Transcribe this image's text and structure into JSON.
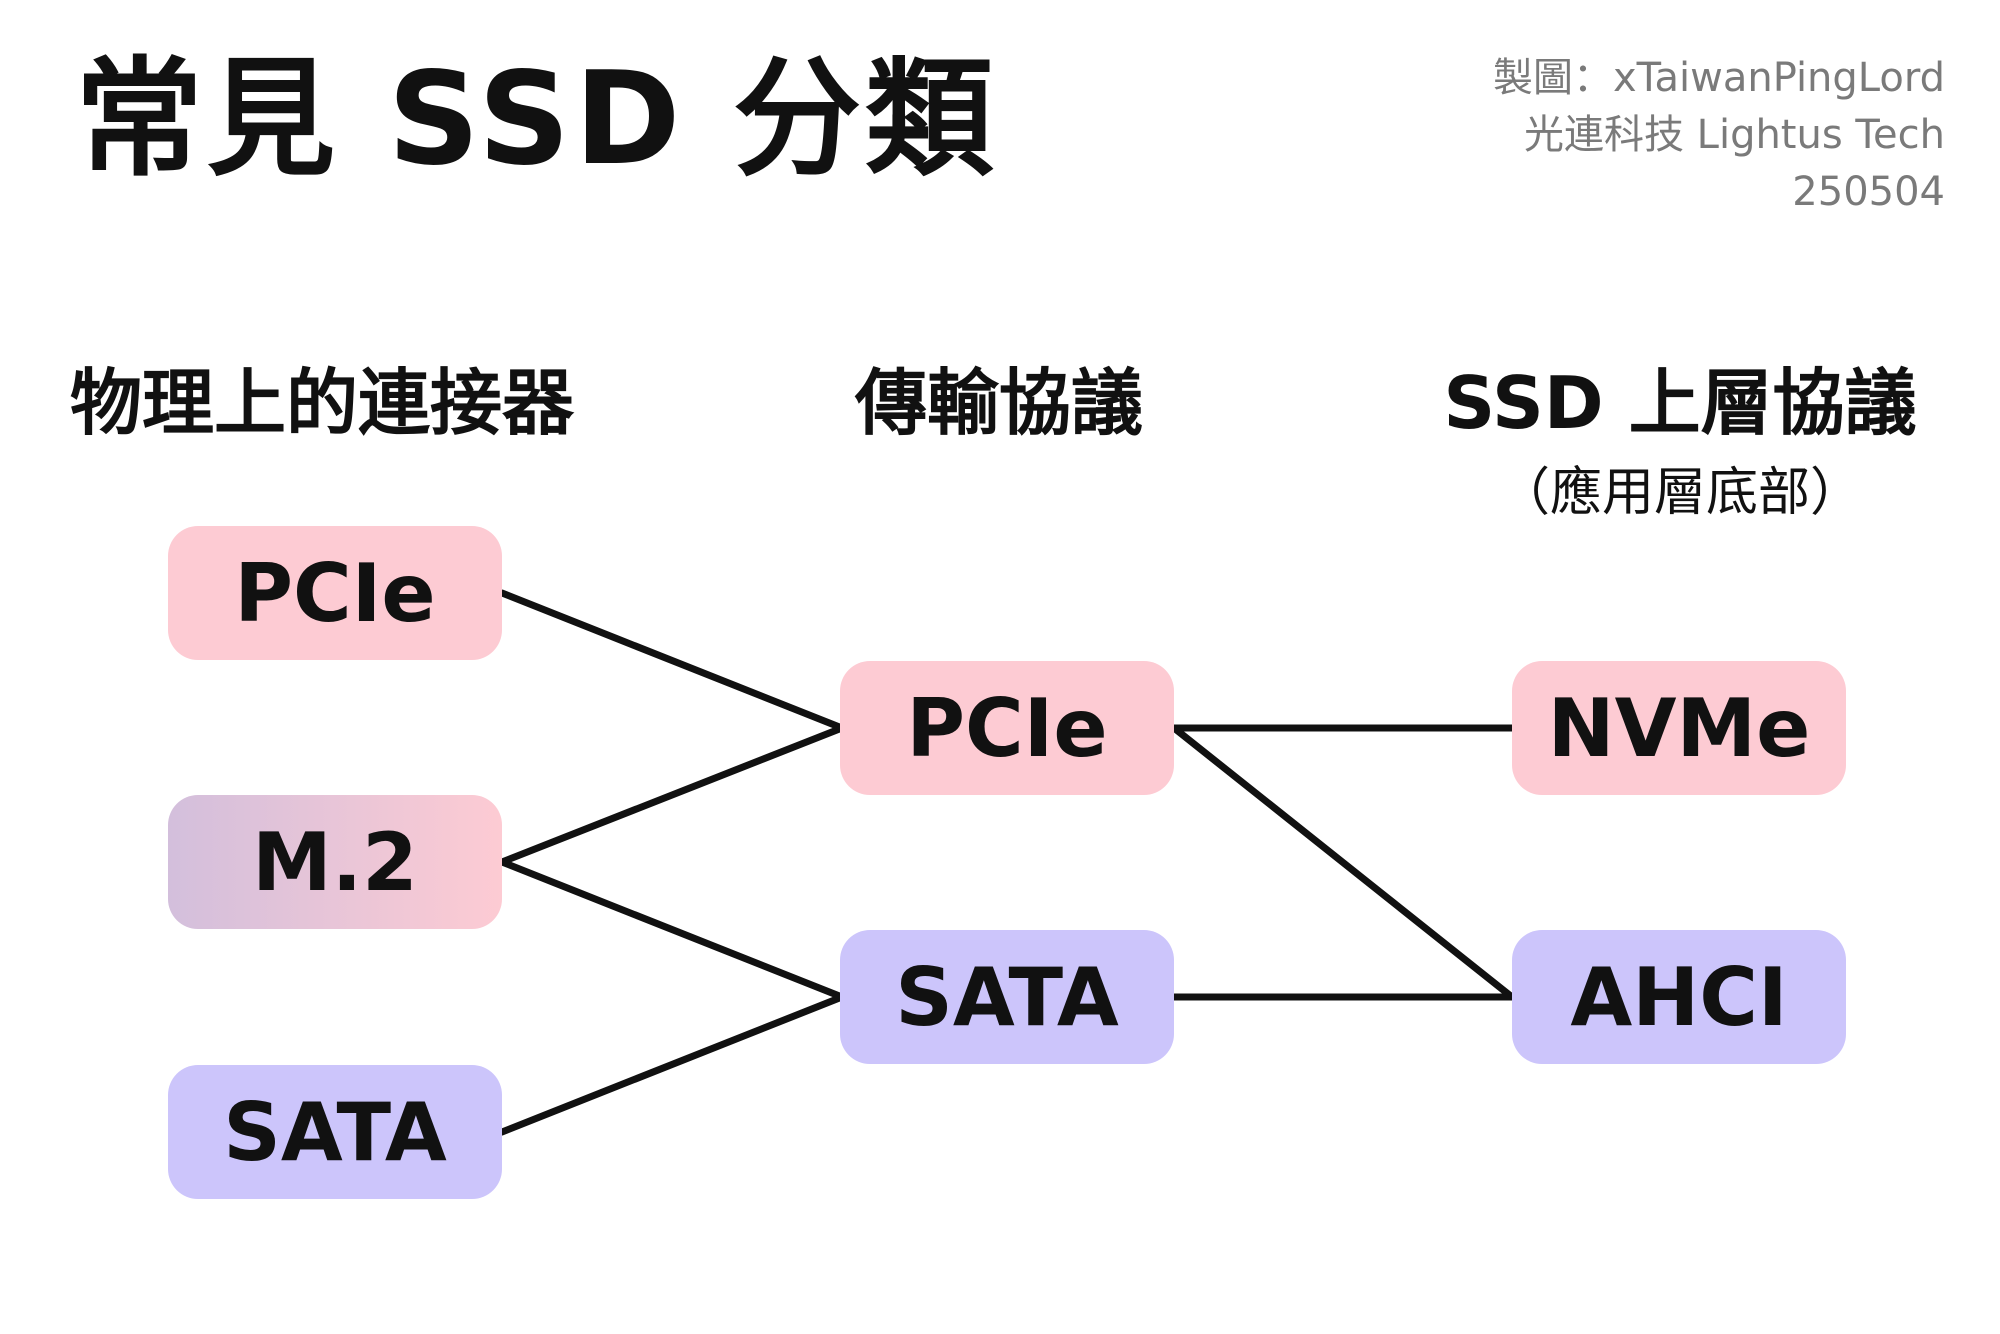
{
  "title": "常見 SSD 分類",
  "credits": {
    "line1": "製圖：xTaiwanPingLord",
    "line2": "光連科技 Lightus Tech",
    "line3": "250504"
  },
  "columns": {
    "connector": {
      "heading": "物理上的連接器"
    },
    "transport": {
      "heading": "傳輸協議"
    },
    "protocol": {
      "heading": "SSD 上層協議",
      "subheading": "（應用層底部）"
    }
  },
  "nodes": {
    "conn_pcie": "PCIe",
    "conn_m2": "M.2",
    "conn_sata": "SATA",
    "trans_pcie": "PCIe",
    "trans_sata": "SATA",
    "proto_nvme": "NVMe",
    "proto_ahci": "AHCI"
  },
  "links": [
    [
      "conn_pcie",
      "trans_pcie"
    ],
    [
      "conn_m2",
      "trans_pcie"
    ],
    [
      "conn_m2",
      "trans_sata"
    ],
    [
      "conn_sata",
      "trans_sata"
    ],
    [
      "trans_pcie",
      "proto_nvme"
    ],
    [
      "trans_pcie",
      "proto_ahci"
    ],
    [
      "trans_sata",
      "proto_ahci"
    ]
  ],
  "colors": {
    "pcie": "#fdcbd3",
    "sata": "#ccc5fb",
    "m2_start": "#d3bfdc",
    "m2_end": "#fdcbd3",
    "line": "#111111",
    "credits": "#7a7a7a"
  }
}
